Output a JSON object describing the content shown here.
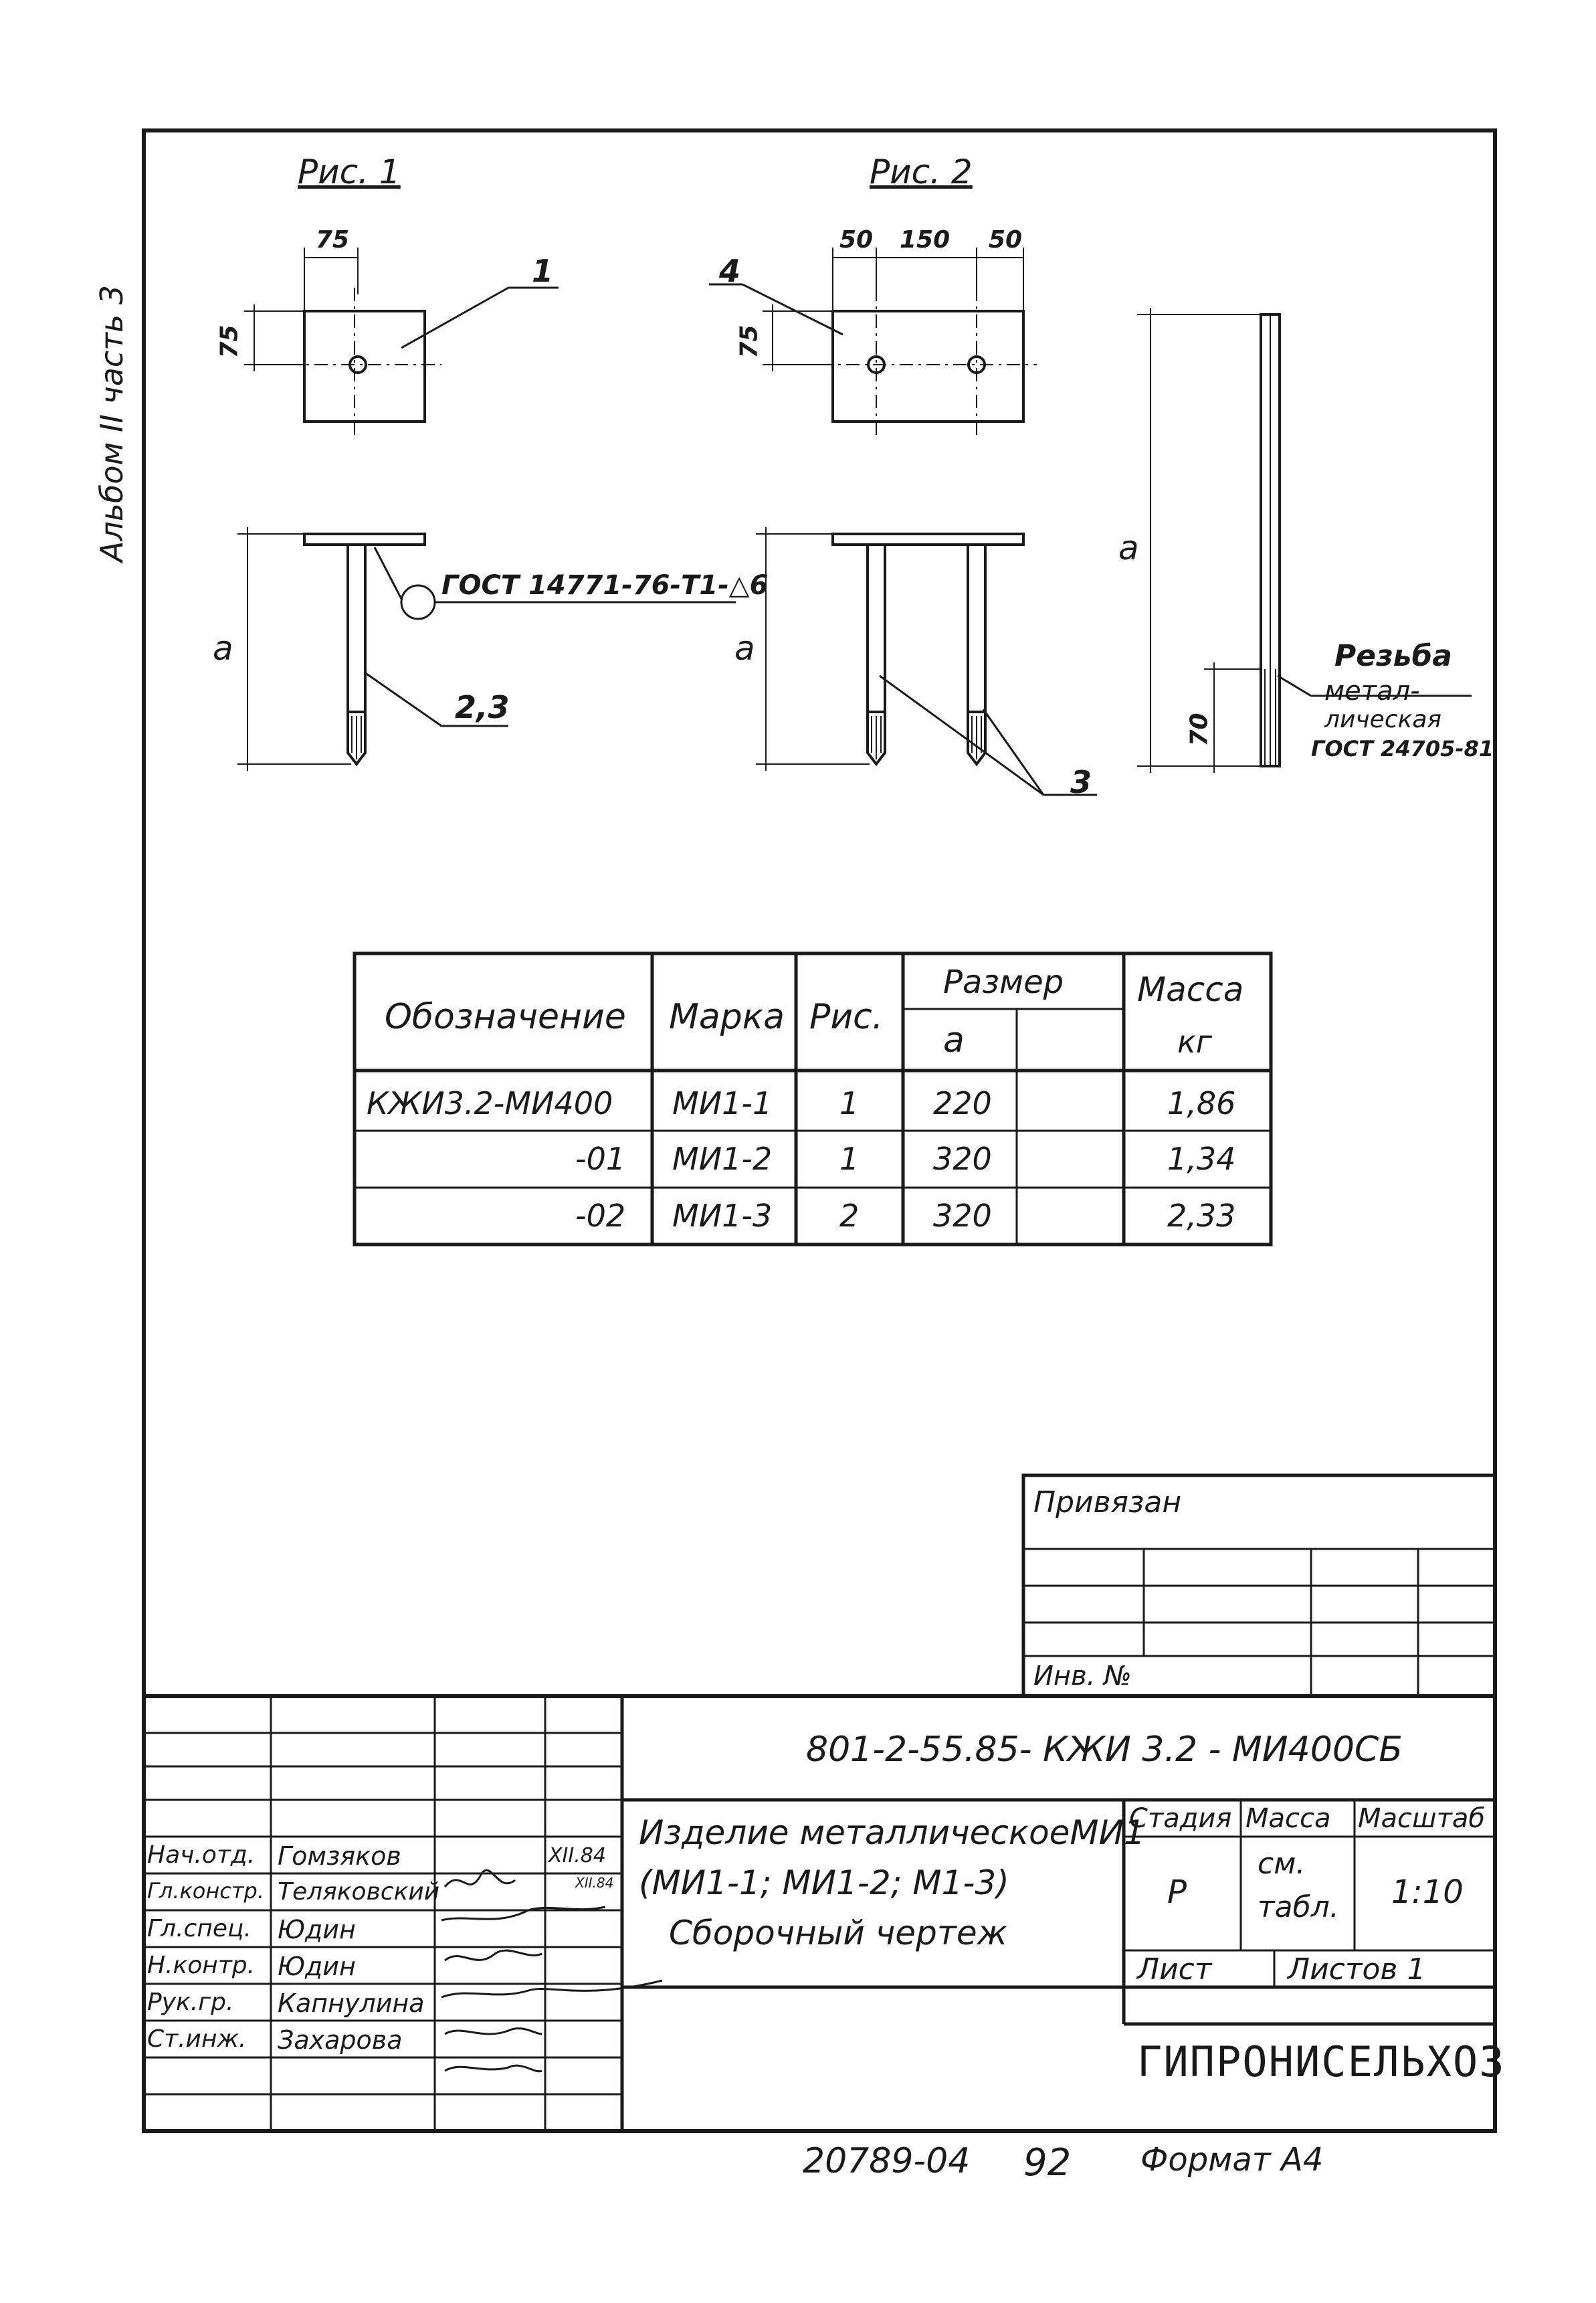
{
  "side_label": "Альбом II  часть 3",
  "figures": {
    "fig1_title": "Рис. 1",
    "fig2_title": "Рис. 2",
    "fig1_width": "75",
    "fig1_height": "75",
    "fig2_dim_left": "50",
    "fig2_dim_mid": "150",
    "fig2_dim_right": "50",
    "fig2_height": "75",
    "leader_1": "1",
    "leader_4": "4",
    "leader_23": "2,3",
    "leader_3": "3",
    "weld_note": "ГОСТ 14771-76-Т1-△6",
    "dim_a1": "a",
    "dim_a2": "a",
    "dim_a3": "a",
    "dim_70": "70",
    "thread_note_line1": "Резьба",
    "thread_note_line2": "метал-",
    "thread_note_line3": "лическая",
    "thread_note_line4": "ГОСТ 24705-81"
  },
  "spec_table": {
    "headers": {
      "designation": "Обозначение",
      "mark": "Марка",
      "fig": "Рис.",
      "size": "Размер",
      "size_a": "a",
      "mass_line1": "Масса",
      "mass_line2": "кг"
    },
    "rows": [
      {
        "designation": "КЖИ3.2-МИ400",
        "mark": "МИ1-1",
        "fig": "1",
        "a": "220",
        "mass": "1,86"
      },
      {
        "designation": "-01",
        "mark": "МИ1-2",
        "fig": "1",
        "a": "320",
        "mass": "1,34"
      },
      {
        "designation": "-02",
        "mark": "МИ1-3",
        "fig": "2",
        "a": "320",
        "mass": "2,33"
      }
    ]
  },
  "binding_block": {
    "tied_label": "Привязан",
    "inv_label": "Инв. №"
  },
  "title_block": {
    "doc_code": "801-2-55.85- КЖИ 3.2 - МИ400СБ",
    "title_line1": "Изделие металлическоеМИ1",
    "title_line2": "(МИ1-1;  МИ1-2;  М1-3)",
    "title_line3": "Сборочный  чертеж",
    "stage_label": "Стадия",
    "mass_label": "Масса",
    "scale_label": "Масштаб",
    "stage_value": "Р",
    "mass_value_line1": "см.",
    "mass_value_line2": "табл.",
    "scale_value": "1:10",
    "sheet_label": "Лист",
    "sheets_label": "Листов 1",
    "organization": "ГИПРОНИСЕЛЬХОЗ",
    "signatures": [
      {
        "role": "Нач.отд.",
        "name": "Гомзяков",
        "date": "XII.84"
      },
      {
        "role": "Гл.констр.",
        "name": "Теляковский",
        "date": "XII.84"
      },
      {
        "role": "Гл.спец.",
        "name": "Юдин",
        "date": ""
      },
      {
        "role": "Н.контр.",
        "name": "Юдин",
        "date": ""
      },
      {
        "role": "Рук.гр.",
        "name": "Капнулина",
        "date": ""
      },
      {
        "role": "Ст.инж.",
        "name": "Захарова",
        "date": ""
      }
    ]
  },
  "footer": {
    "archive_no": "20789-04",
    "page_no": "92",
    "format": "Формат А4"
  }
}
